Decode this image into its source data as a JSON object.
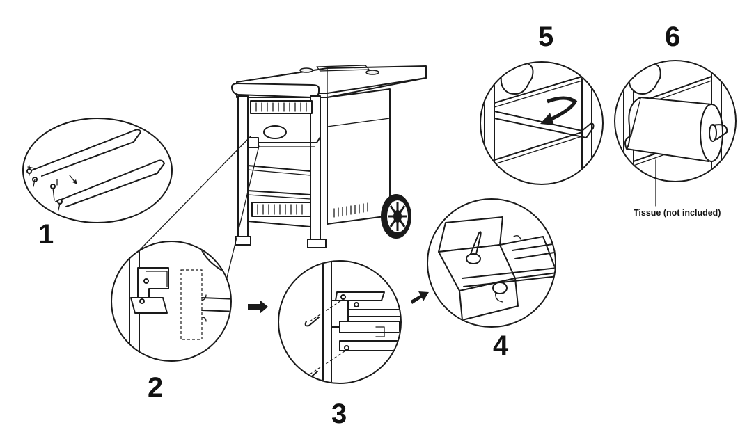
{
  "steps": [
    {
      "number": "1"
    },
    {
      "number": "2"
    },
    {
      "number": "3"
    },
    {
      "number": "4"
    },
    {
      "number": "5"
    },
    {
      "number": "6"
    }
  ],
  "callouts": {
    "tissue_label": "Tissue (not included)"
  },
  "colors": {
    "line": "#1a1a1a",
    "background": "#ffffff"
  },
  "icons": [
    "arrow-right-icon",
    "arrow-right-icon",
    "rotate-arrow-icon",
    "small-down-arrow-icon"
  ]
}
